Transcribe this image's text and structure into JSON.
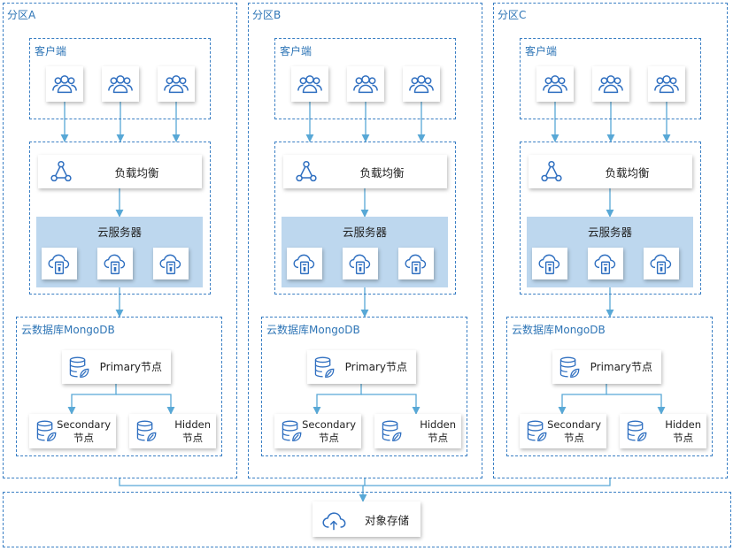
{
  "zones": [
    {
      "title": "分区A"
    },
    {
      "title": "分区B"
    },
    {
      "title": "分区C"
    }
  ],
  "labels": {
    "client": "客户端",
    "load_balancer": "负载均衡",
    "cloud_server": "云服务器",
    "database": "云数据库MongoDB",
    "primary": "Primary节点",
    "secondary_line1": "Secondary",
    "secondary_line2": "节点",
    "hidden_line1": "Hidden",
    "hidden_line2": "节点",
    "storage": "对象存储"
  },
  "colors": {
    "dashed_border": "#3a7fc4",
    "title_text": "#2e75b6",
    "server_group_fill": "#bdd7ee",
    "icon_blue": "#2f6fc0",
    "arrow": "#58a8d6"
  },
  "icons": {
    "client": "users-icon",
    "load_balancer": "network-triangle-icon",
    "cloud_server": "cloud-server-icon",
    "database": "database-leaf-icon",
    "storage": "cloud-upload-icon"
  }
}
